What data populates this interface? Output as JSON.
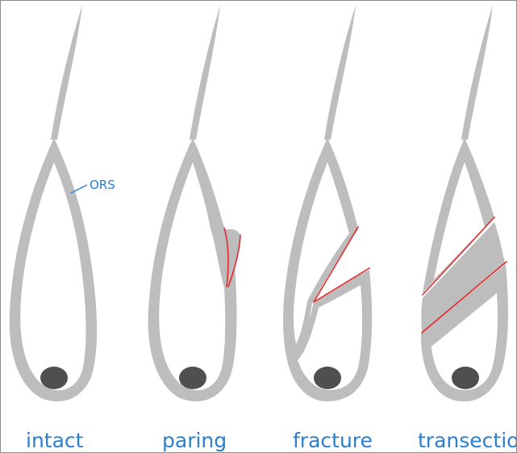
{
  "annotation": {
    "ors_label": "ORS"
  },
  "panels": [
    {
      "caption": "intact"
    },
    {
      "caption": "paring"
    },
    {
      "caption": "fracture"
    },
    {
      "caption": "transection"
    }
  ],
  "colors": {
    "sheath": "#bdbdbd",
    "papilla": "#4f4f4f",
    "cut_line": "#e8262b",
    "label": "#2a7fd0"
  }
}
